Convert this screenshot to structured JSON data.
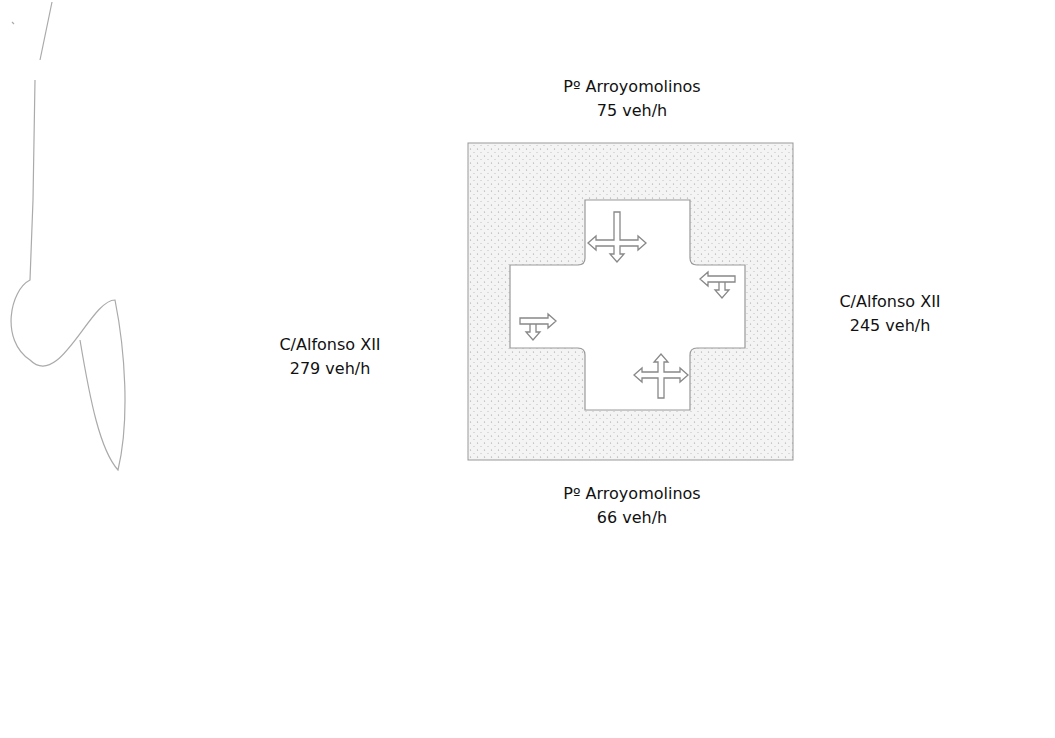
{
  "diagram": {
    "labels": [
      "Pº Arroyomolinos",
      "75 veh/h",
      "C/Alfonso XII",
      "245 veh/h",
      "C/Alfonso XII",
      "279 veh/h",
      "Pº Arroyomolinos",
      "66 veh/h"
    ]
  }
}
